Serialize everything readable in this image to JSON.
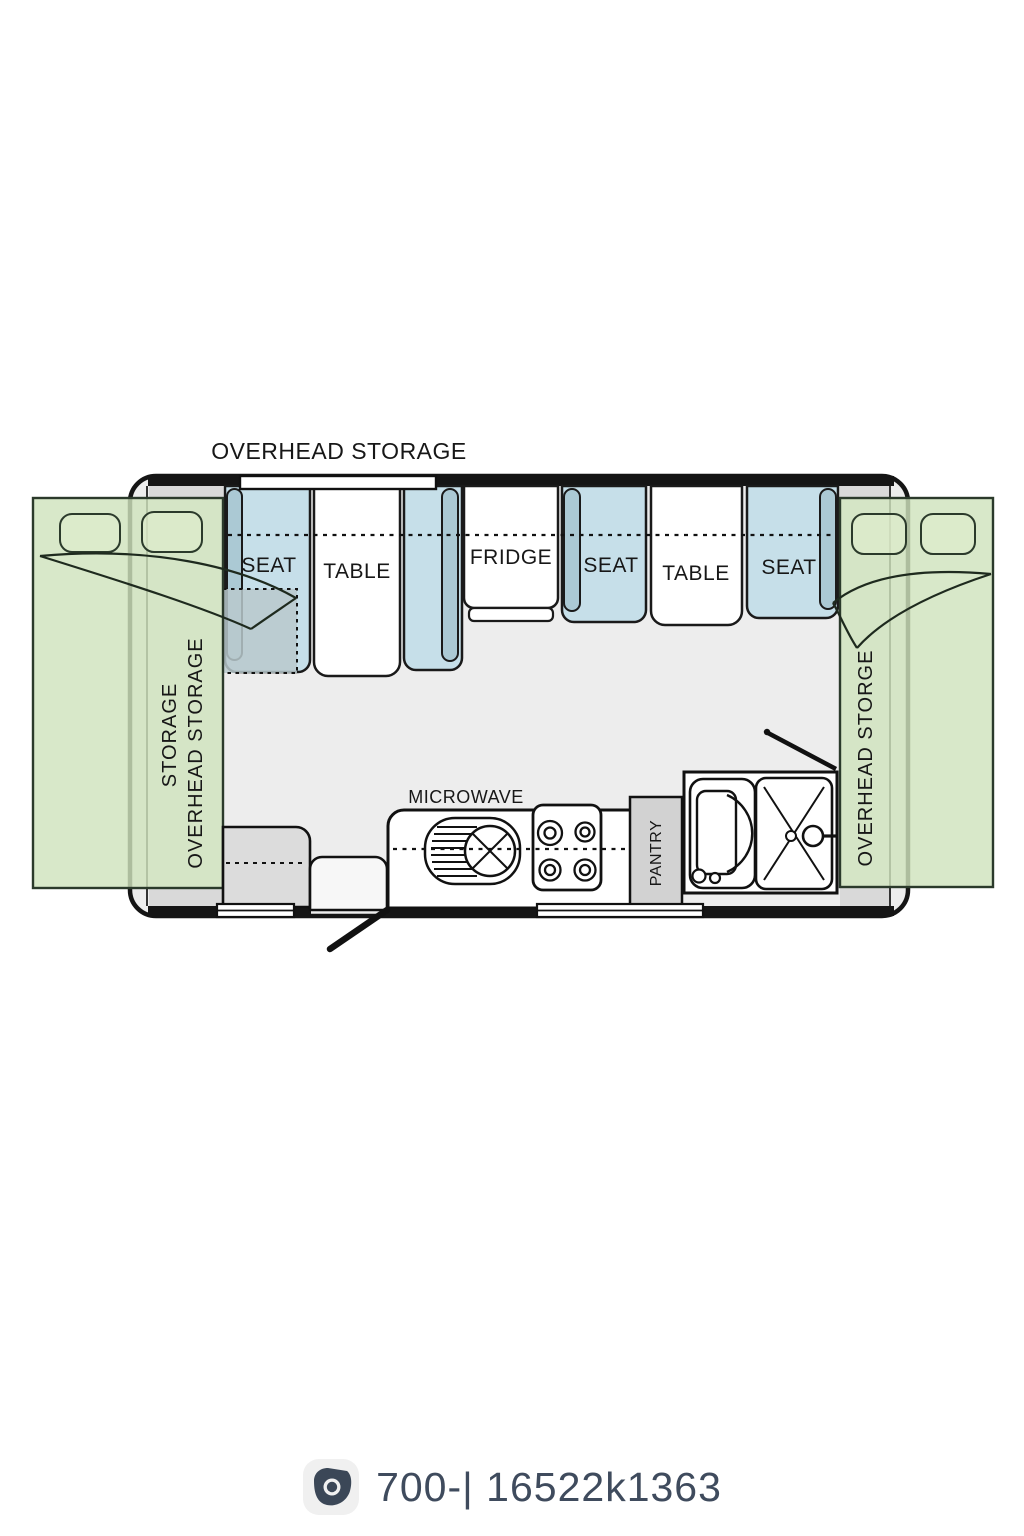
{
  "floorplan": {
    "top_label": "OVERHEAD STORAGE",
    "left_wing": {
      "storage_label": "STORAGE",
      "overhead_label": "OVERHEAD STORAGE"
    },
    "right_wing": {
      "overhead_label": "OVERHEAD STORGE"
    },
    "labels": {
      "seat_front": "SEAT",
      "table_front": "TABLE",
      "fridge": "FRIDGE",
      "seat_mid": "SEAT",
      "table_rear": "TABLE",
      "seat_rear": "SEAT",
      "microwave": "MICROWAVE",
      "pantry": "PANTRY"
    },
    "colors": {
      "bed_green": "#cfe3bd",
      "bed_border": "#2b3a2b",
      "seat_blue": "#c6dfe9",
      "seat_armrest": "#abc9d4",
      "bed_extension_gray": "#b9c9cd",
      "cabinet_gray": "#dcdcdc",
      "pantry_gray": "#d2d2d2",
      "floor_gray": "#ededed",
      "wall_black": "#151515",
      "caption_slate": "#3f4b5d"
    }
  },
  "caption": {
    "icon": "photo-agency-logo-icon",
    "text": "700-| 16522k1363"
  }
}
